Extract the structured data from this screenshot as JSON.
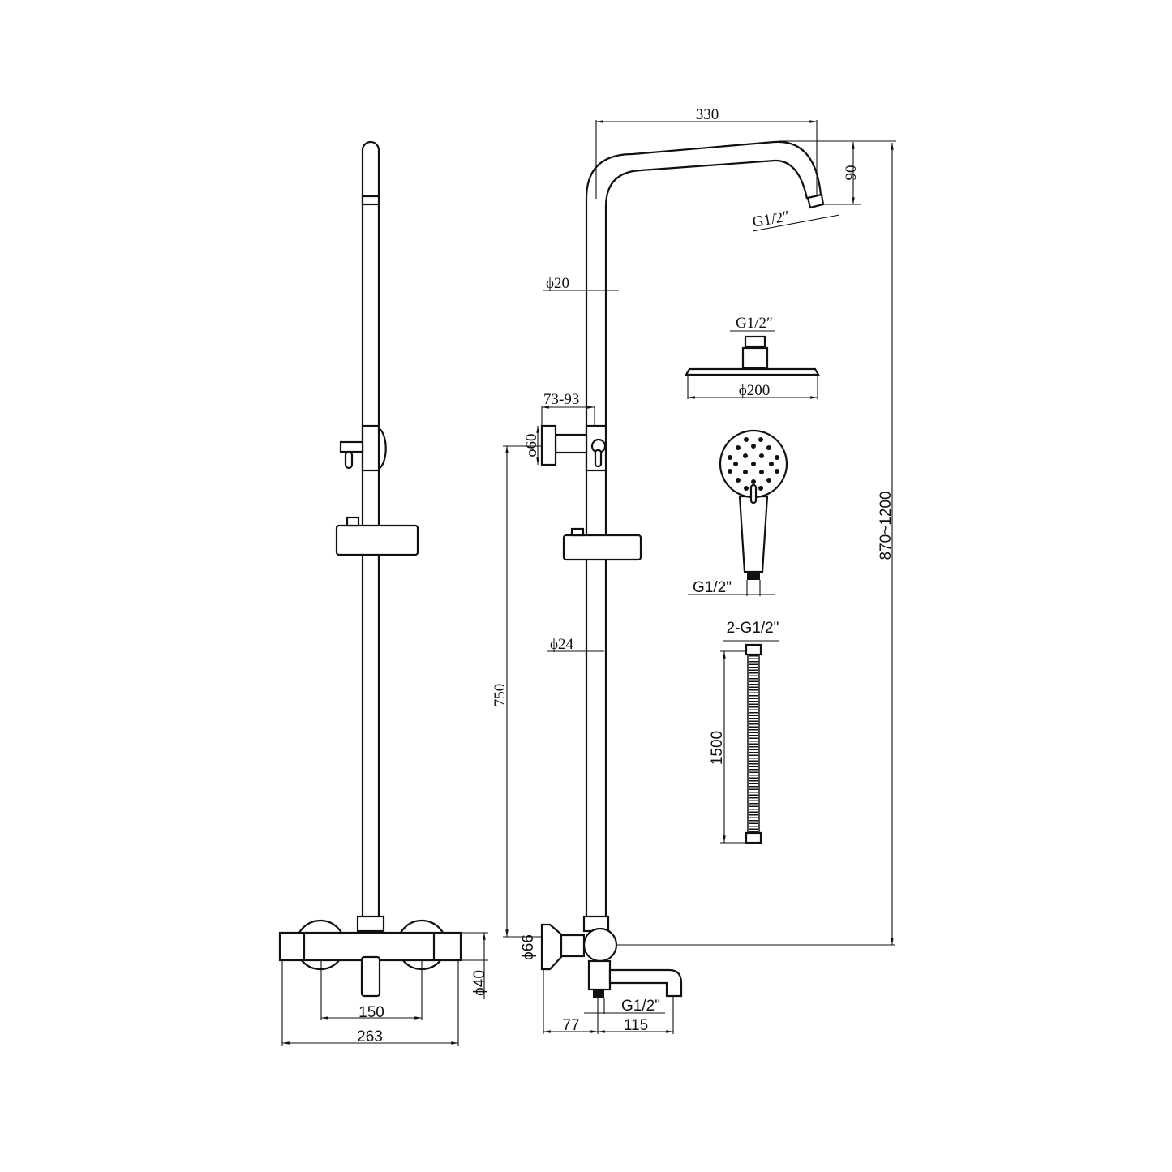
{
  "drawing": {
    "left_view": {
      "dim_knob_spacing": "150",
      "dim_body_width": "263",
      "dim_body_diameter": "ϕ40"
    },
    "right_view": {
      "dim_arm_reach": "330",
      "dim_arm_drop": "90",
      "dim_arm_thread": "G1/2″",
      "dim_upper_tube": "ϕ20",
      "dim_bracket_depth": "73-93",
      "dim_bracket_diameter": "ϕ60",
      "dim_lower_tube": "ϕ24",
      "dim_bracket_height": "750",
      "dim_total_height": "870~1200",
      "dim_valve_diameter": "ϕ66",
      "dim_outlet_thread": "G1/2\"",
      "dim_wall_offset": "77",
      "dim_spout_reach": "115"
    },
    "head_shower": {
      "thread": "G1/2″",
      "diameter": "ϕ200"
    },
    "hand_shower": {
      "thread": "G1/2\""
    },
    "hose": {
      "thread": "2-G1/2\"",
      "length": "1500"
    }
  }
}
